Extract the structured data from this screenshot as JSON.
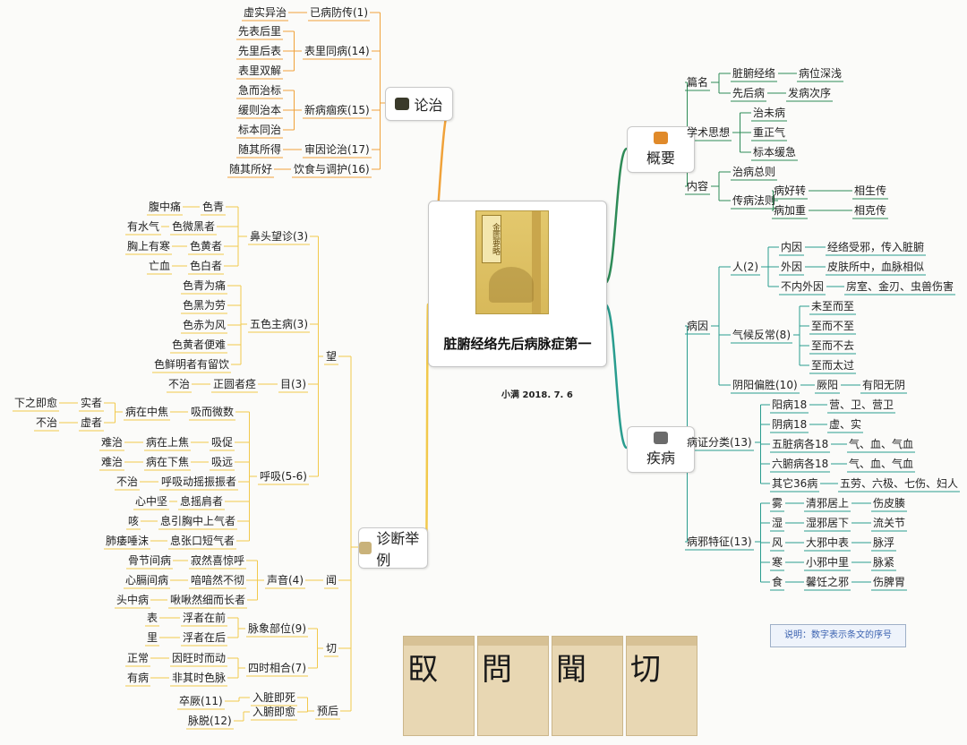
{
  "center": {
    "title": "脏腑经络先后病脉症第一",
    "author": "小满 2018. 7. 6",
    "book_title": "金匮要略"
  },
  "note": "说明：数字表示条文的序号",
  "thumbs": [
    "臤",
    "問",
    "聞",
    "切"
  ],
  "colors": {
    "lunzhi": "#f0a23a",
    "gaiyao": "#2e8b57",
    "jibing": "#2a9d8f",
    "zhenduan": "#f2c94c"
  },
  "branches": {
    "lunzhi": {
      "label": "论治",
      "icon": "disc-icon",
      "items": {
        "b1": "已病防传(1)",
        "b1a": "虚实异治",
        "b2": "表里同病(14)",
        "b2a": "先表后里",
        "b2b": "先里后表",
        "b2c": "表里双解",
        "b3": "新病痼疾(15)",
        "b3a": "急而治标",
        "b3b": "缓则治本",
        "b3c": "标本同治",
        "b4": "审因论治(17)",
        "b4a": "随其所得",
        "b5": "饮食与调护(16)",
        "b5a": "随其所好"
      }
    },
    "gaiyao": {
      "label": "概要",
      "icon": "book-icon",
      "items": {
        "a1": "篇名",
        "a1a": "脏腑经络",
        "a1a1": "病位深浅",
        "a1b": "先后病",
        "a1b1": "发病次序",
        "a2": "学术思想",
        "a2a": "治未病",
        "a2b": "重正气",
        "a2c": "标本缓急",
        "a3": "内容",
        "a3a": "治病总则",
        "a3b": "传病法则",
        "a3b1": "病好转",
        "a3b1a": "相生传",
        "a3b2": "病加重",
        "a3b2a": "相克传"
      }
    },
    "jibing": {
      "label": "疾病",
      "icon": "note-icon",
      "items": {
        "c1": "病因",
        "c1a": "人(2)",
        "c1a1": "内因",
        "c1a1a": "经络受邪，传入脏腑",
        "c1a2": "外因",
        "c1a2a": "皮肤所中，血脉相似",
        "c1a3": "不内外因",
        "c1a3a": "房室、金刃、虫兽伤害",
        "c1b": "气候反常(8)",
        "c1b1": "未至而至",
        "c1b2": "至而不至",
        "c1b3": "至而不去",
        "c1b4": "至而太过",
        "c1c": "阴阳偏胜(10)",
        "c1c1": "厥阳",
        "c1c1a": "有阳无阴",
        "c2": "病证分类(13)",
        "c2a": "阳病18",
        "c2a1": "营、卫、营卫",
        "c2b": "阴病18",
        "c2b1": "虚、实",
        "c2c": "五脏病各18",
        "c2c1": "气、血、气血",
        "c2d": "六腑病各18",
        "c2d1": "气、血、气血",
        "c2e": "其它36病",
        "c2e1": "五劳、六极、七伤、妇人",
        "c3": "病邪特征(13)",
        "c3a": "雾",
        "c3a1": "清邪居上",
        "c3a2": "伤皮腠",
        "c3b": "湿",
        "c3b1": "湿邪居下",
        "c3b2": "流关节",
        "c3c": "风",
        "c3c1": "大邪中表",
        "c3c2": "脉浮",
        "c3d": "寒",
        "c3d1": "小邪中里",
        "c3d2": "脉紧",
        "c3e": "食",
        "c3e1": "馨饪之邪",
        "c3e2": "伤脾胃"
      }
    },
    "zhenduan": {
      "label": "诊断举例",
      "icon": "scroll-icon",
      "items": {
        "w": "望",
        "w1": "鼻头望诊(3)",
        "w1a": "色青",
        "w1a1": "腹中痛",
        "w1b": "色微黑者",
        "w1b1": "有水气",
        "w1c": "色黄者",
        "w1c1": "胸上有寒",
        "w1d": "色白者",
        "w1d1": "亡血",
        "w2": "五色主病(3)",
        "w2a": "色青为痛",
        "w2b": "色黑为劳",
        "w2c": "色赤为风",
        "w2d": "色黄者便难",
        "w2e": "色鲜明者有留饮",
        "w3": "目(3)",
        "w3a": "正圆者痉",
        "w3a1": "不治",
        "w4": "呼吸(5-6)",
        "w4a": "吸而微数",
        "w4a1": "病在中焦",
        "w4a1a": "实者",
        "w4a1a1": "下之即愈",
        "w4a1b": "虚者",
        "w4a1b1": "不治",
        "w4b": "吸促",
        "w4b1": "病在上焦",
        "w4b1a": "难治",
        "w4c": "吸远",
        "w4c1": "病在下焦",
        "w4c1a": "难治",
        "w4d": "呼吸动摇振振者",
        "w4d1": "不治",
        "w4e": "息摇肩者",
        "w4e1": "心中坚",
        "w4f": "息引胸中上气者",
        "w4f1": "咳",
        "w4g": "息张口短气者",
        "w4g1": "肺痿唾沫",
        "wen": "闻",
        "wen1": "声音(4)",
        "wen1a": "寂然喜惊呼",
        "wen1a1": "骨节间病",
        "wen1b": "喑喑然不彻",
        "wen1b1": "心膈间病",
        "wen1c": "啾啾然细而长者",
        "wen1c1": "头中病",
        "q": "切",
        "q1": "脉象部位(9)",
        "q1a": "浮者在前",
        "q1a1": "表",
        "q1b": "浮者在后",
        "q1b1": "里",
        "q2": "四时相合(7)",
        "q2a": "因旺时而动",
        "q2a1": "正常",
        "q2b": "非其时色脉",
        "q2b1": "有病",
        "y": "预后",
        "y1": "入脏即死",
        "y1a": "卒厥(11)",
        "y2": "入腑即愈",
        "y2a": "脉脱(12)"
      }
    }
  }
}
